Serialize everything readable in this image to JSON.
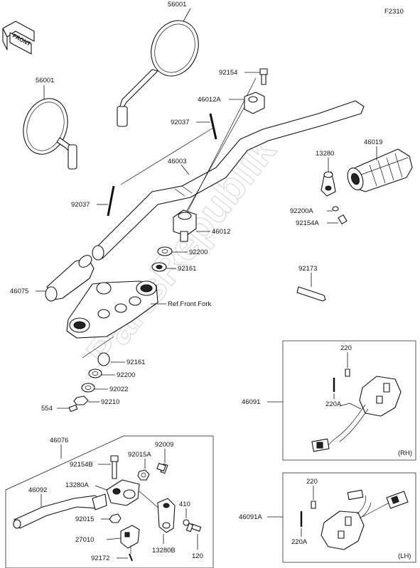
{
  "figure_code": "F2310",
  "front_arrow_text": "FRONT",
  "watermark": "PartsRepublik",
  "box_labels": {
    "rh": "(RH)",
    "lh": "(LH)"
  },
  "labels": {
    "p56001_top": "56001",
    "p56001_left": "56001",
    "p92154": "92154",
    "p46012a": "46012A",
    "p92037_top": "92037",
    "p46003": "46003",
    "p92037_left": "92037",
    "p46012": "46012",
    "p92200_top": "92200",
    "p92161_top": "92161",
    "p46075": "46075",
    "ref_front_fork": "Ref.Front Fork",
    "p92161_bot": "92161",
    "p92200_bot": "92200",
    "p92022": "92022",
    "p554": "554",
    "p92210": "92210",
    "p13280": "13280",
    "p46019": "46019",
    "p92200a": "92200A",
    "p92154a": "92154A",
    "p92173": "92173",
    "p220_rh": "220",
    "p220a_rh": "220A",
    "p46091": "46091",
    "p220_lh": "220",
    "p220a_lh": "220A",
    "p46091a": "46091A",
    "p46076": "46076",
    "p92154b": "92154B",
    "p92015a": "92015A",
    "p92009": "92009",
    "p46092": "46092",
    "p13280a": "13280A",
    "p410": "410",
    "p92015": "92015",
    "p27010": "27010",
    "p13280b": "13280B",
    "p120": "120",
    "p92172": "92172"
  }
}
